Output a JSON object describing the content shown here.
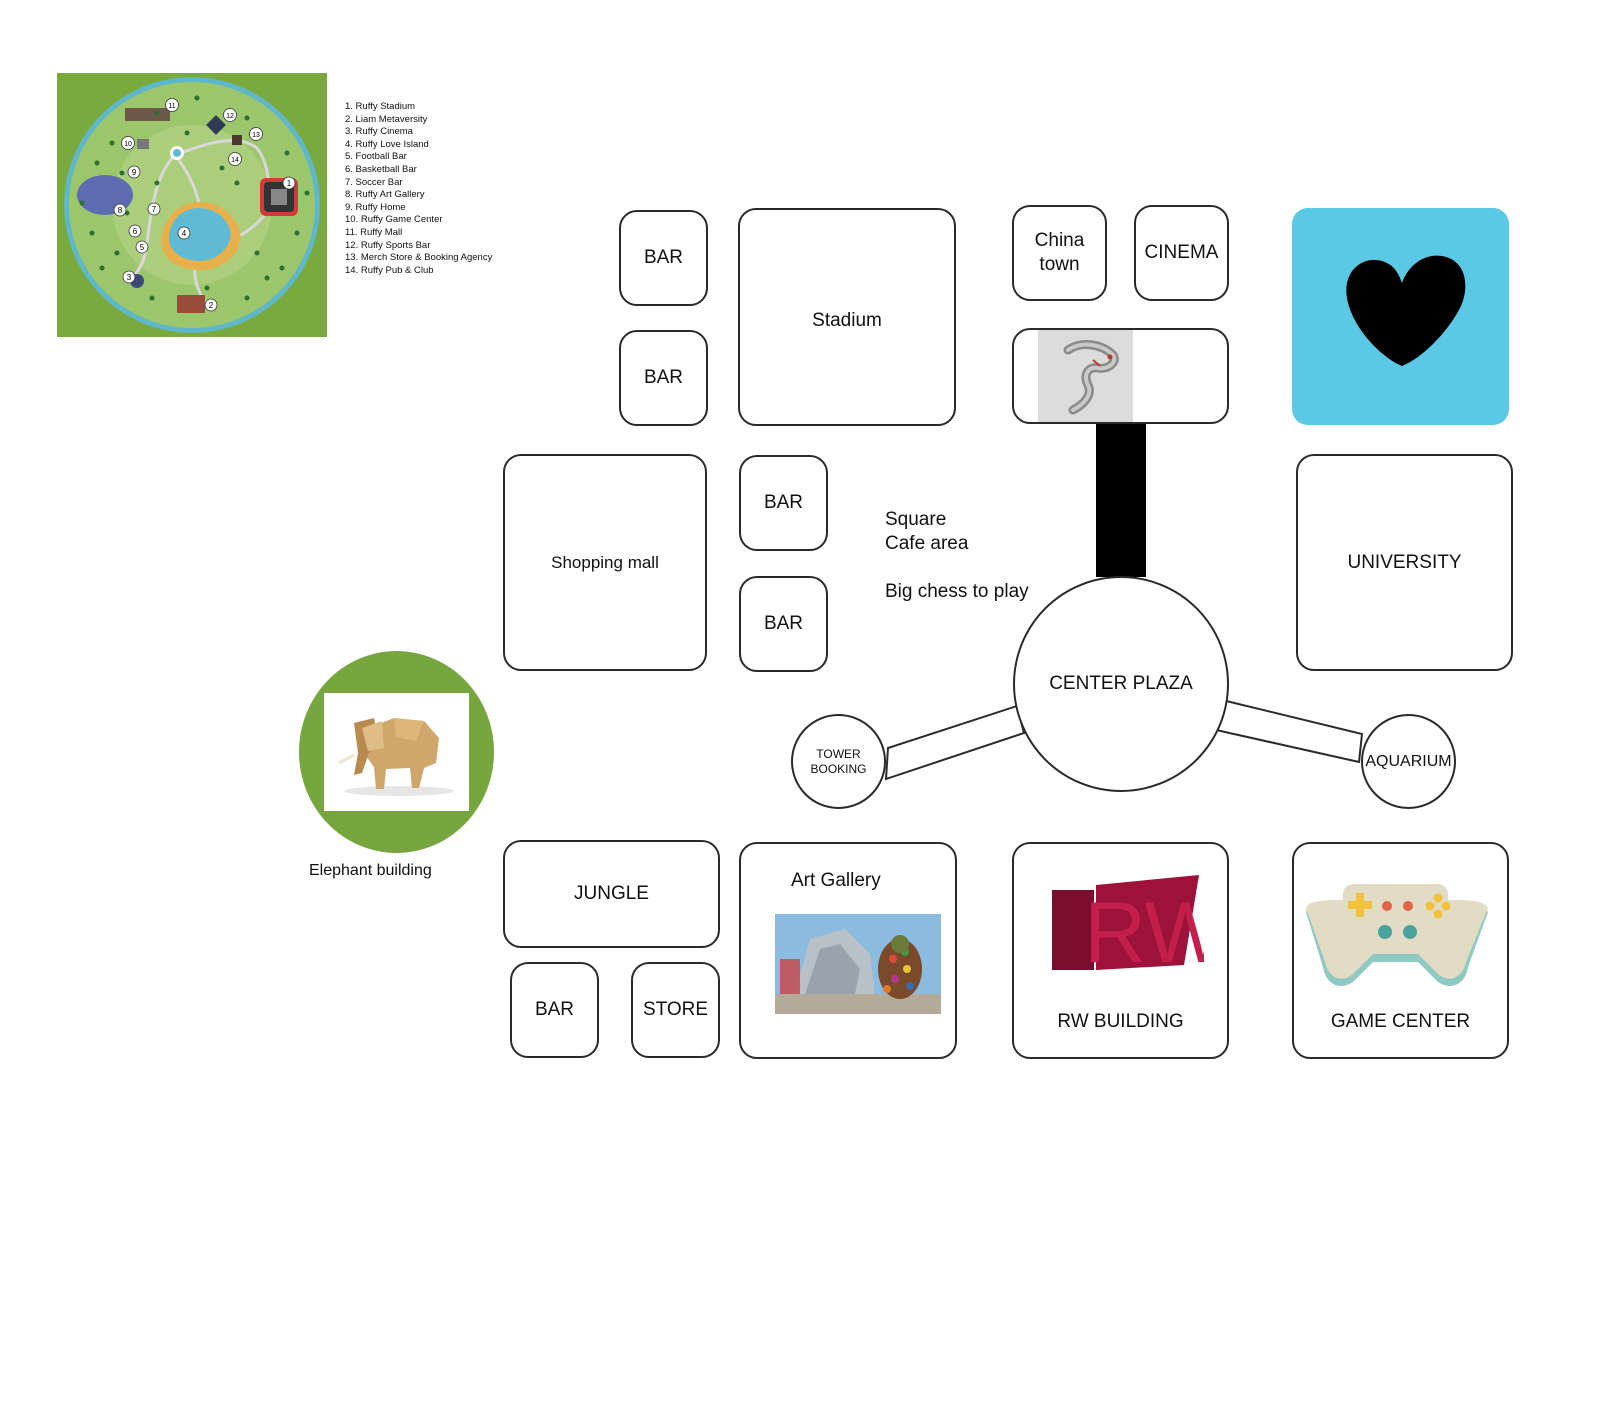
{
  "map_legend": [
    "1. Ruffy Stadium",
    "2. Liam Metaversity",
    "3. Ruffy Cinema",
    "4. Ruffy Love Island",
    "5. Football Bar",
    "6. Basketball Bar",
    "7. Soccer Bar",
    "8. Ruffy Art Gallery",
    "9. Ruffy Home",
    "10. Ruffy Game Center",
    "11. Ruffy Mall",
    "12. Ruffy Sports Bar",
    "13. Merch Store & Booking Agency",
    "14. Ruffy Pub & Club"
  ],
  "map_markers": [
    "1",
    "2",
    "3",
    "4",
    "5",
    "6",
    "7",
    "8",
    "9",
    "10",
    "11",
    "12",
    "13",
    "14"
  ],
  "blocks": {
    "bar_1": "BAR",
    "bar_2": "BAR",
    "stadium": "Stadium",
    "china_town_line1": "China",
    "china_town_line2": "town",
    "cinema": "CINEMA",
    "shopping_mall": "Shopping mall",
    "bar_3": "BAR",
    "bar_4": "BAR",
    "university": "UNIVERSITY",
    "center_plaza": "CENTER PLAZA",
    "tower_booking_line1": "TOWER",
    "tower_booking_line2": "BOOKING",
    "aquarium": "AQUARIUM",
    "jungle": "JUNGLE",
    "bar_5": "BAR",
    "store": "STORE",
    "art_gallery": "Art Gallery",
    "rw_building": "RW BUILDING",
    "game_center": "GAME CENTER",
    "elephant_building": "Elephant building",
    "rw_logo_text": "RW"
  },
  "plaza_notes": {
    "line1": "Square",
    "line2": "Cafe area",
    "line3": "Big chess to play"
  },
  "colors": {
    "map_green": "#7aaa3e",
    "heart_tile": "#5bc8e6",
    "elephant_circle": "#77a63f",
    "rw_red": "#a0123c",
    "controller_body": "#e2dcc4"
  }
}
